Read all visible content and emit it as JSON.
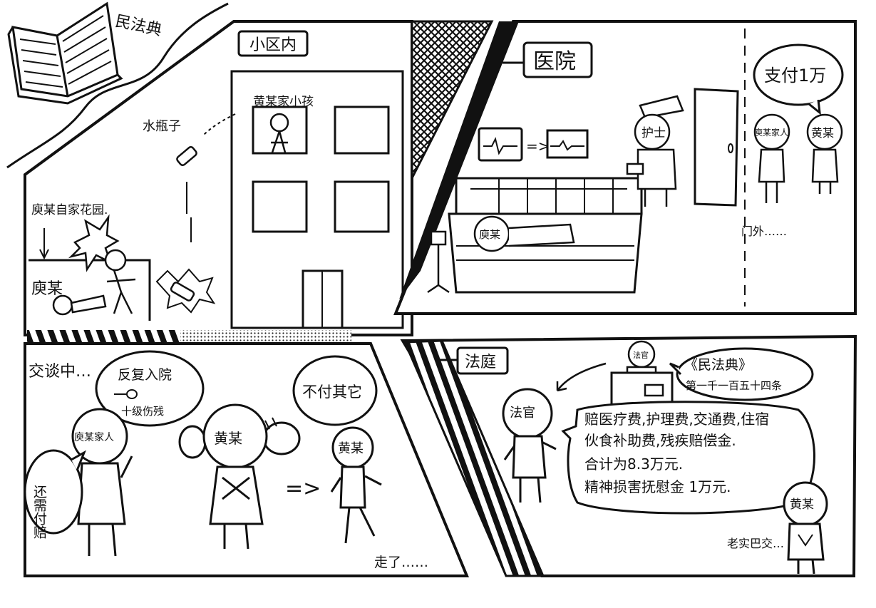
{
  "header": {
    "title": "民法典"
  },
  "panel1": {
    "location": "小区内",
    "labels": {
      "child": "黄某家小孩",
      "bottle": "水瓶子",
      "garden": "庾某自家花园.",
      "victim": "庾某"
    }
  },
  "panel2": {
    "location": "医院",
    "labels": {
      "nurse": "护士",
      "patient": "庾某",
      "family": "庾某家人",
      "huang": "黄某",
      "outside": "门外……",
      "pay": "支付1万"
    }
  },
  "panel3": {
    "caption": "交谈中…",
    "labels": {
      "family": "庾某家人",
      "huang": "黄某",
      "huang2": "黄某",
      "still_pay": "还需付赔",
      "refuse": "不付其它",
      "walk": "走了……"
    },
    "thought": {
      "line1": "反复入院",
      "line2": "十级伤残"
    }
  },
  "panel4": {
    "location": "法庭",
    "labels": {
      "judge_small": "法官",
      "judge": "法官",
      "huang": "黄某",
      "honest": "老实巴交…"
    },
    "law": {
      "line1": "《民法典》",
      "line2": "第一千一百五十四条"
    },
    "verdict": {
      "line1": "赔医疗费,护理费,交通费,住宿",
      "line2": "伙食补助费,残疾赔偿金.",
      "line3": "合计为8.3万元.",
      "line4": "精神损害抚慰金 1万元."
    }
  }
}
